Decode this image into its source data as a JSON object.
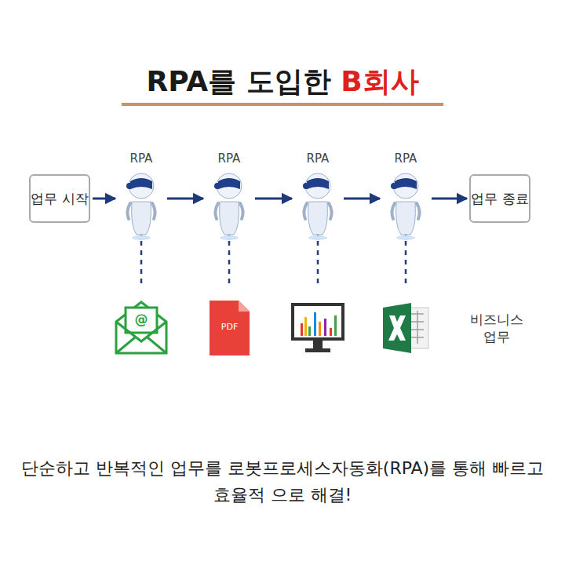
{
  "diagram": {
    "title": "RPA를 도입한 B회사",
    "caption": "단순하고 반복적인 업무를 로봇프로세스자동화(RPA)를 통해 빠르고 효율적 으로 해결!",
    "nodes": [
      {
        "text": [
          "업무 시작"
        ]
      },
      {
        "text": [
          "RPA"
        ]
      },
      {
        "text": [
          "RPA"
        ]
      },
      {
        "text": [
          "RPA"
        ]
      },
      {
        "text": [
          "RPA"
        ]
      },
      {
        "text": [
          "업무 종료"
        ]
      }
    ],
    "edges": [
      {
        "from": 0,
        "to": 1,
        "arrow": "to"
      },
      {
        "from": 1,
        "to": 2,
        "arrow": "to"
      },
      {
        "from": 2,
        "to": 3,
        "arrow": "to"
      },
      {
        "from": 3,
        "to": 4,
        "arrow": "to"
      },
      {
        "from": 4,
        "to": 5,
        "arrow": "to"
      }
    ],
    "labels": [
      "@",
      "PDF",
      "비즈니스 업무"
    ]
  }
}
